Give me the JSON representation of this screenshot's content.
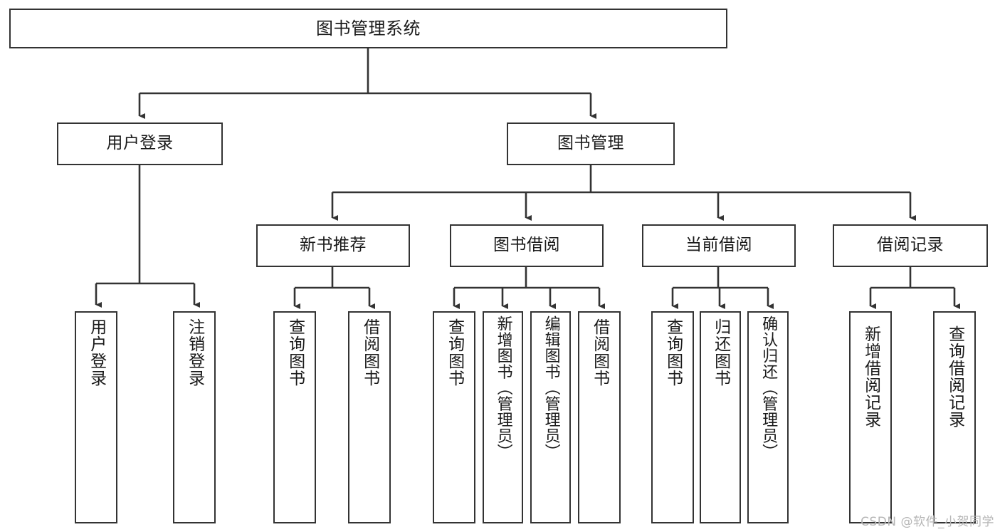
{
  "diagram": {
    "kind": "function-structure-tree",
    "title": "图书管理系统",
    "watermark": "CSDN @软件_小贺同学",
    "colors": {
      "stroke": "#333333",
      "fill": "#ffffff",
      "text": "#1a1a1a",
      "watermark": "#b6b6b6"
    },
    "nodes": {
      "root": {
        "label": "图书管理系统"
      },
      "level2": [
        {
          "id": "user-login",
          "label": "用户登录"
        },
        {
          "id": "book-management",
          "label": "图书管理"
        }
      ],
      "level3": [
        {
          "id": "new-book-recommend",
          "label": "新书推荐"
        },
        {
          "id": "book-borrow",
          "label": "图书借阅"
        },
        {
          "id": "current-borrow",
          "label": "当前借阅"
        },
        {
          "id": "borrow-record",
          "label": "借阅记录"
        }
      ],
      "leaves": {
        "user_login": [
          {
            "id": "leaf-user-login",
            "label": "用户登录"
          },
          {
            "id": "leaf-logout",
            "label": "注销登录"
          }
        ],
        "new_book_recommend": [
          {
            "id": "leaf-query-book-1",
            "label": "查询图书"
          },
          {
            "id": "leaf-borrow-book-1",
            "label": "借阅图书"
          }
        ],
        "book_borrow": [
          {
            "id": "leaf-query-book-2",
            "label": "查询图书"
          },
          {
            "id": "leaf-add-book",
            "label": "新增图书（管理员）"
          },
          {
            "id": "leaf-edit-book",
            "label": "编辑图书（管理员）"
          },
          {
            "id": "leaf-borrow-book-2",
            "label": "借阅图书"
          }
        ],
        "current_borrow": [
          {
            "id": "leaf-query-book-3",
            "label": "查询图书"
          },
          {
            "id": "leaf-return-book",
            "label": "归还图书"
          },
          {
            "id": "leaf-confirm-return",
            "label": "确认归还（管理员）"
          }
        ],
        "borrow_record": [
          {
            "id": "leaf-add-record",
            "label": "新增借阅记录"
          },
          {
            "id": "leaf-query-record",
            "label": "查询借阅记录"
          }
        ]
      }
    }
  }
}
